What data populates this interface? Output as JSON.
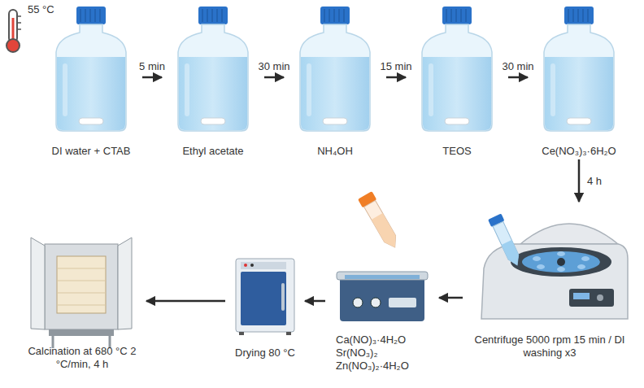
{
  "diagram": {
    "nodes": [
      {
        "text": [
          "DI water + CTAB"
        ]
      },
      {
        "text": [
          "Ethyl acetate"
        ]
      },
      {
        "text": [
          "NH₄OH"
        ]
      },
      {
        "text": [
          "TEOS"
        ]
      },
      {
        "text": [
          "Ce(NO₃)₃·6H₂O"
        ]
      },
      {
        "text": [
          "Centrifuge 5000 rpm 15 min / DI washing x3"
        ]
      },
      {
        "text": [
          "Ca(NO)₃·4H₂O Sr(NO₃)₂ Zn(NO₃)₂·4H₂O"
        ]
      },
      {
        "text": [
          "Drying 80 °C"
        ]
      },
      {
        "text": [
          "Calcination at 680 °C 2 °C/min, 4 h"
        ]
      }
    ],
    "edges": [
      {
        "from": 0,
        "to": 1,
        "label": "5 min",
        "arrow": "to"
      },
      {
        "from": 1,
        "to": 2,
        "label": "30 min",
        "arrow": "to"
      },
      {
        "from": 2,
        "to": 3,
        "label": "15 min",
        "arrow": "to"
      },
      {
        "from": 3,
        "to": 4,
        "label": "30 min",
        "arrow": "to"
      },
      {
        "from": 4,
        "to": 5,
        "label": "4 h",
        "arrow": "to"
      },
      {
        "from": 5,
        "to": 6,
        "arrow": "to"
      },
      {
        "from": 6,
        "to": 7,
        "arrow": "to"
      },
      {
        "from": 7,
        "to": 8,
        "arrow": "to"
      }
    ],
    "labels": [
      "55 °C"
    ]
  }
}
